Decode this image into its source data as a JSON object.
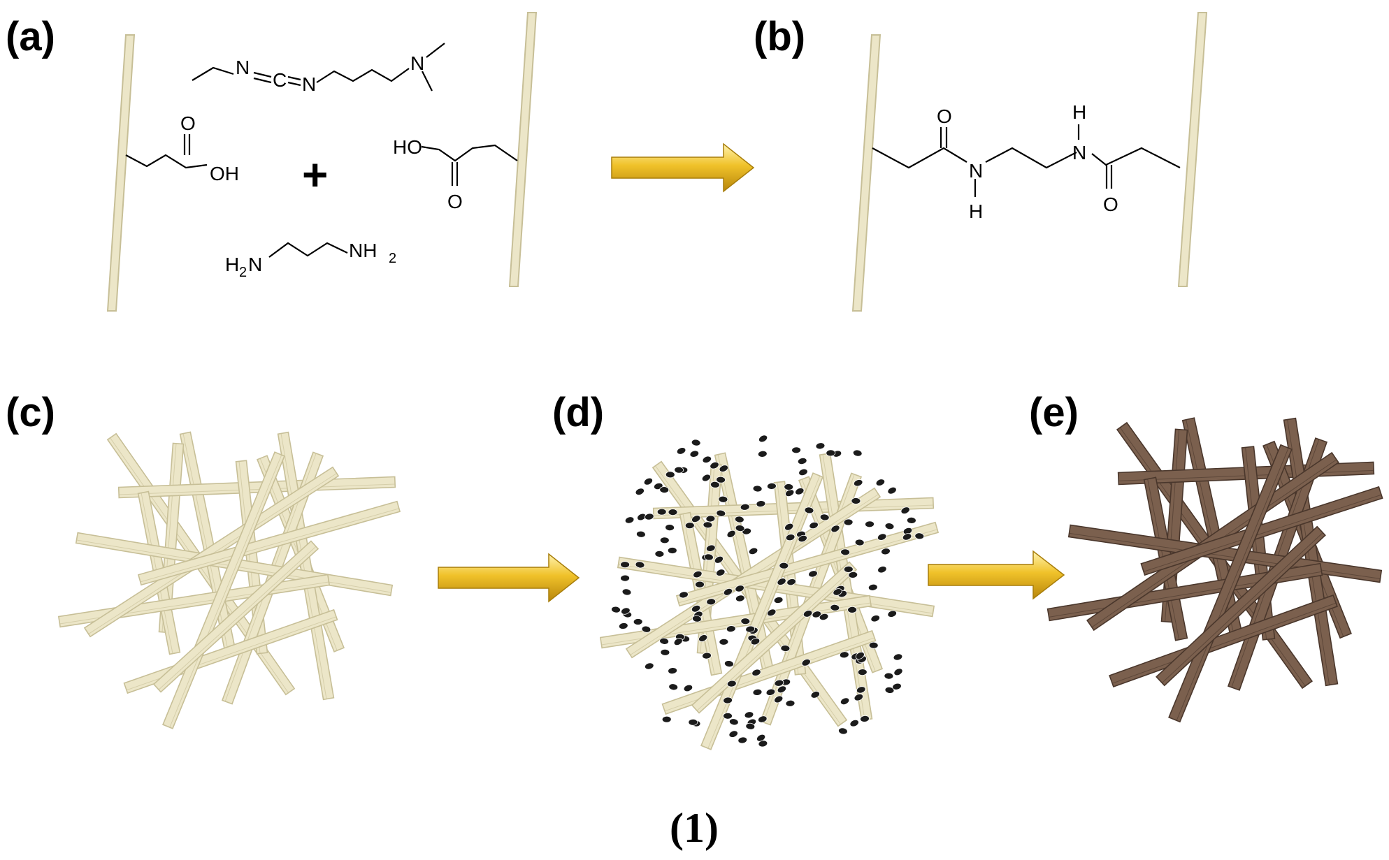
{
  "panels": {
    "a": {
      "label": "(a)"
    },
    "b": {
      "label": "(b)"
    },
    "c": {
      "label": "(c)"
    },
    "d": {
      "label": "(d)"
    },
    "e": {
      "label": "(e)"
    }
  },
  "chemistry": {
    "edc": {
      "n1": "N",
      "c": "C",
      "n2": "N",
      "n3": "N"
    },
    "acid_left": {
      "o": "O",
      "oh": "OH"
    },
    "acid_right": {
      "ho": "HO",
      "o": "O"
    },
    "plus": "+",
    "diamine": {
      "h2n_h": "H",
      "h2n_sub": "2",
      "h2n_n": "N",
      "nh2_n": "NH",
      "nh2_sub": "2"
    },
    "product": {
      "o1": "O",
      "n1": "N",
      "h1": "H",
      "n2": "N",
      "h2": "H",
      "o2": "O"
    }
  },
  "caption": "(1)",
  "colors": {
    "fiber": "#ece6c8",
    "fiber_edge": "#c7bf97",
    "carbon_fiber": "#7b604e",
    "carbon_edge": "#4a372c",
    "arrow": "#e8b820",
    "particle": "#1b1b1b"
  }
}
